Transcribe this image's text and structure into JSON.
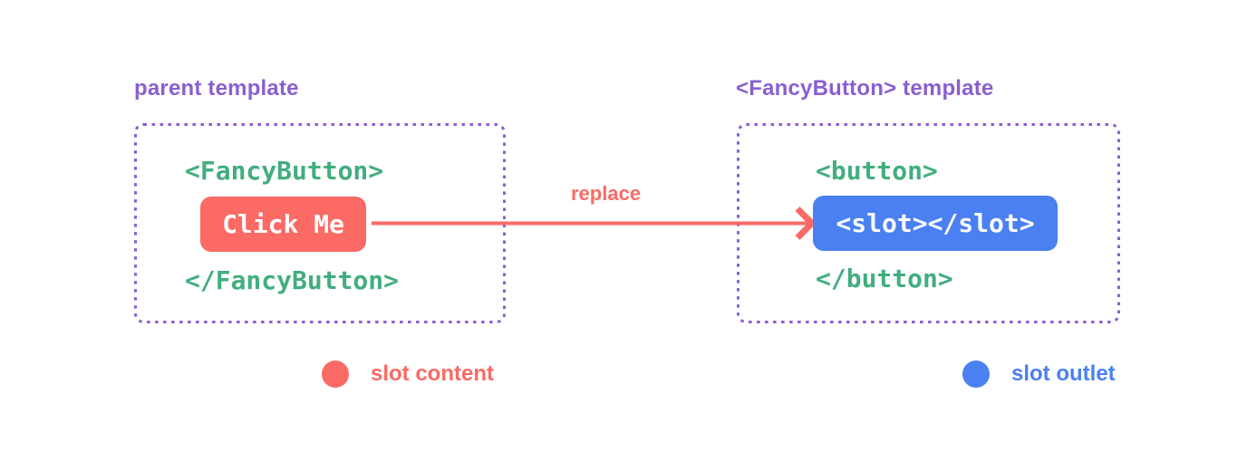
{
  "parent": {
    "label": "parent template",
    "open_tag": "<FancyButton>",
    "button_label": "Click Me",
    "close_tag": "</FancyButton>"
  },
  "fancy": {
    "label": "<FancyButton> template",
    "open_tag": "<button>",
    "slot_label": "<slot></slot>",
    "close_tag": "</button>"
  },
  "arrow": {
    "label": "replace"
  },
  "legend": {
    "slot_content": {
      "label": "slot content",
      "color": "#fb6a64"
    },
    "slot_outlet": {
      "label": "slot outlet",
      "color": "#4a80f2"
    }
  },
  "colors": {
    "green_code": "#42ae7e",
    "purple_border": "#8a5fd0",
    "red_accent": "#fb6a64",
    "blue_accent": "#4a80f2",
    "background": "#ffffff"
  }
}
